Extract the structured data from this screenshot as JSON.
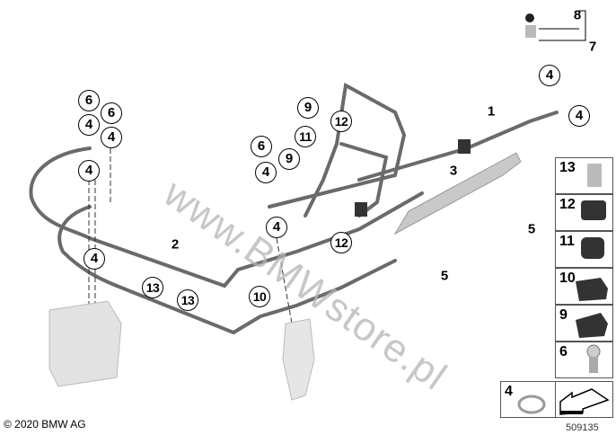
{
  "watermark": "www.BMWstore.pl",
  "callouts": {
    "a6": "6",
    "b6": "6",
    "a4": "4",
    "b4": "4",
    "c4": "4",
    "d4": "4",
    "a13": "13",
    "b13": "13",
    "a10": "10",
    "c6": "6",
    "e4": "4",
    "a9": "9",
    "f4": "4",
    "b9": "9",
    "a11": "11",
    "a12": "12",
    "b12": "12",
    "g4": "4",
    "h4": "4"
  },
  "plain_labels": {
    "l1": "1",
    "l2": "2",
    "l3": "3",
    "l5a": "5",
    "l5b": "5",
    "l7": "7",
    "l8": "8"
  },
  "legend_boxes": [
    "13",
    "12",
    "11",
    "10",
    "9",
    "6",
    "4"
  ],
  "copyright": "© 2020 BMW AG",
  "diagram_number": "509135"
}
